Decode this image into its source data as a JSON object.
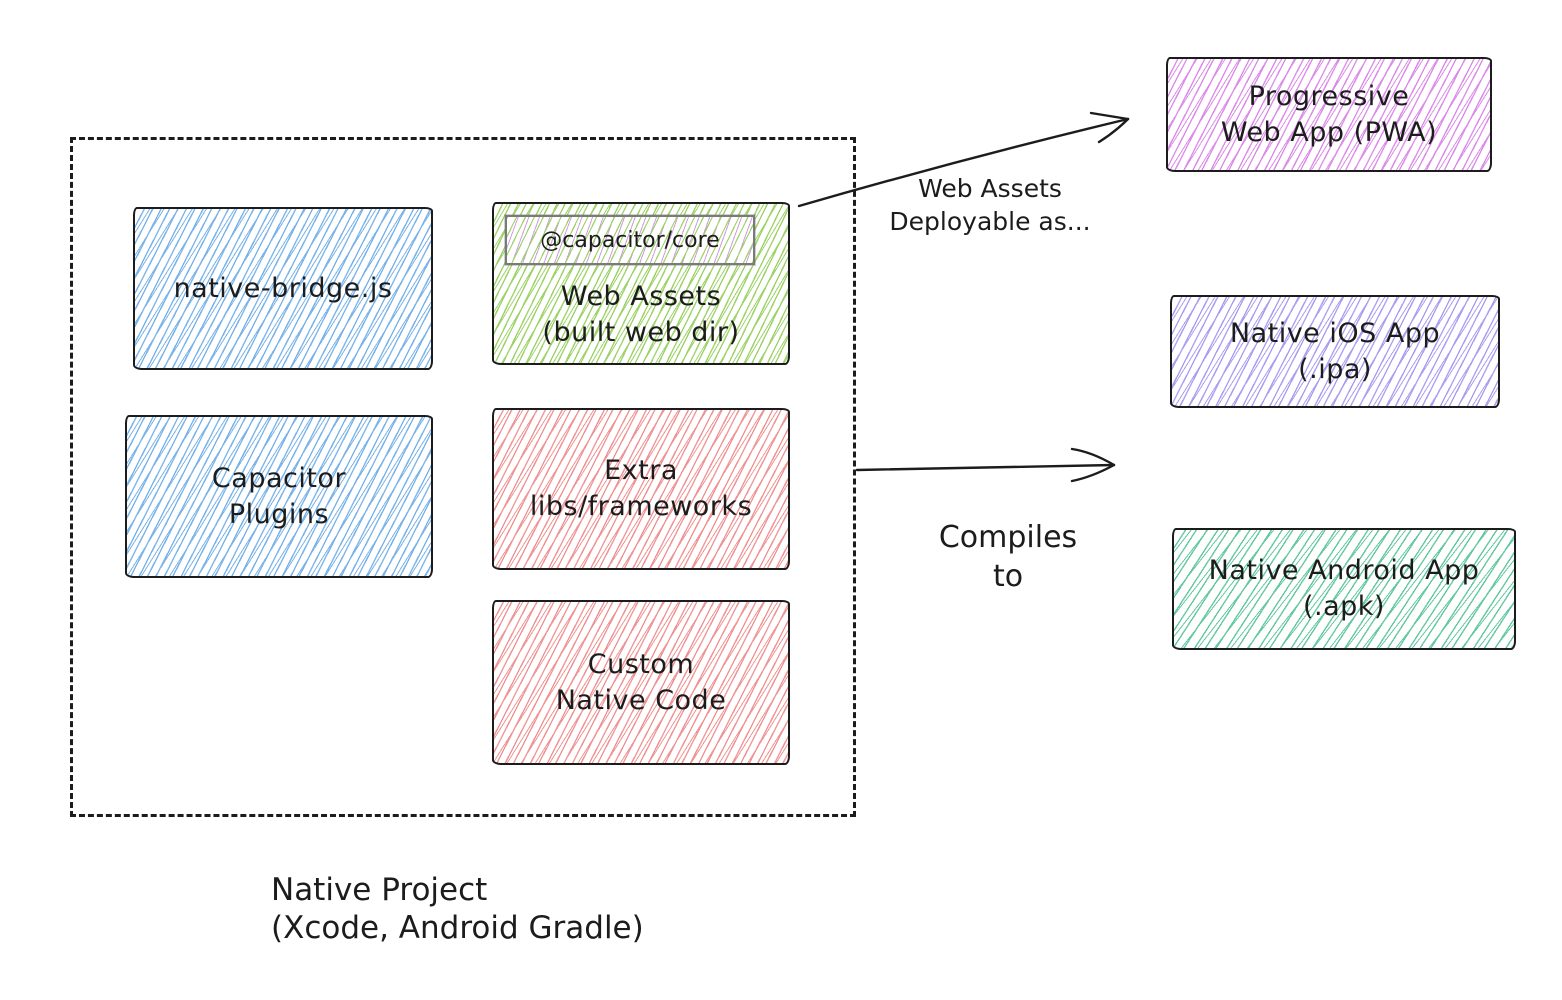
{
  "palette": {
    "ink": "#1c1c1c",
    "blue": "#7ab4ea",
    "green": "#9ed36a",
    "red": "#f09595",
    "magenta": "#db8de9",
    "periwinkle": "#ac9ff1",
    "teal": "#64c9a2",
    "violet": "#cf9ddf",
    "gray": "#7a7a7a"
  },
  "container": {
    "caption_line1": "Native Project",
    "caption_line2": "(Xcode, Android Gradle)"
  },
  "boxes": {
    "native_bridge": {
      "label": "native-bridge.js"
    },
    "web_assets": {
      "badge": "@capacitor/core",
      "line1": "Web Assets",
      "line2": "(built web dir)"
    },
    "capacitor_plugins": {
      "line1": "Capacitor",
      "line2": "Plugins"
    },
    "extra_libs": {
      "line1": "Extra",
      "line2": "libs/frameworks"
    },
    "custom_native": {
      "line1": "Custom",
      "line2": "Native Code"
    },
    "pwa": {
      "line1": "Progressive",
      "line2": "Web App (PWA)"
    },
    "ios": {
      "line1": "Native iOS App",
      "line2": "(.ipa)"
    },
    "android": {
      "line1": "Native Android App",
      "line2": "(.apk)"
    }
  },
  "arrows": {
    "deploy": {
      "line1": "Web Assets",
      "line2": "Deployable as..."
    },
    "compile": {
      "line1": "Compiles",
      "line2": "to"
    }
  }
}
